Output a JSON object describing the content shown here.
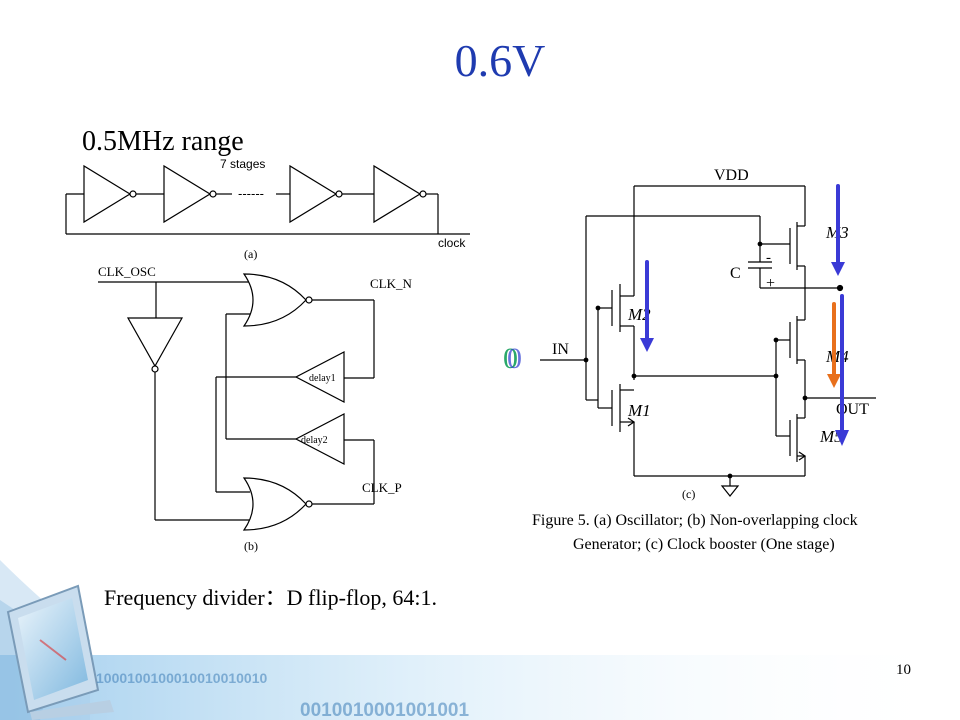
{
  "slide": {
    "title": "0.6V",
    "subtitle": "0.5MHz range",
    "note": "Frequency divider：D flip-flop, 64:1.",
    "page_number": "10",
    "zero_marker": "0",
    "colors": {
      "title": "#1f3bb0",
      "arrow_blue": "#3a3ad6",
      "arrow_orange": "#e8701c",
      "marker_green": "#2aa86a",
      "marker_blue": "#2a3ad0"
    }
  },
  "figure_a": {
    "stages_label": "7 stages",
    "dashes": "------",
    "clock_label": "clock",
    "caption": "(a)"
  },
  "figure_b": {
    "clk_osc": "CLK_OSC",
    "clk_n": "CLK_N",
    "clk_p": "CLK_P",
    "delay1": "delay1",
    "delay2": "delay2",
    "caption": "(b)"
  },
  "figure_c": {
    "vdd": "VDD",
    "in": "IN",
    "out": "OUT",
    "cap": "C",
    "cap_minus": "-",
    "cap_plus": "+",
    "m1": "M1",
    "m2": "M2",
    "m3": "M3",
    "m4": "M4",
    "m5": "M5",
    "caption": "(c)"
  },
  "figure_caption": {
    "line1": "Figure 5. (a) Oscillator; (b) Non-overlapping clock",
    "line2": "Generator; (c) Clock booster (One stage)"
  },
  "decoration": {
    "binary_1": "1000100100010010010010",
    "binary_2": "0010010001001001"
  }
}
